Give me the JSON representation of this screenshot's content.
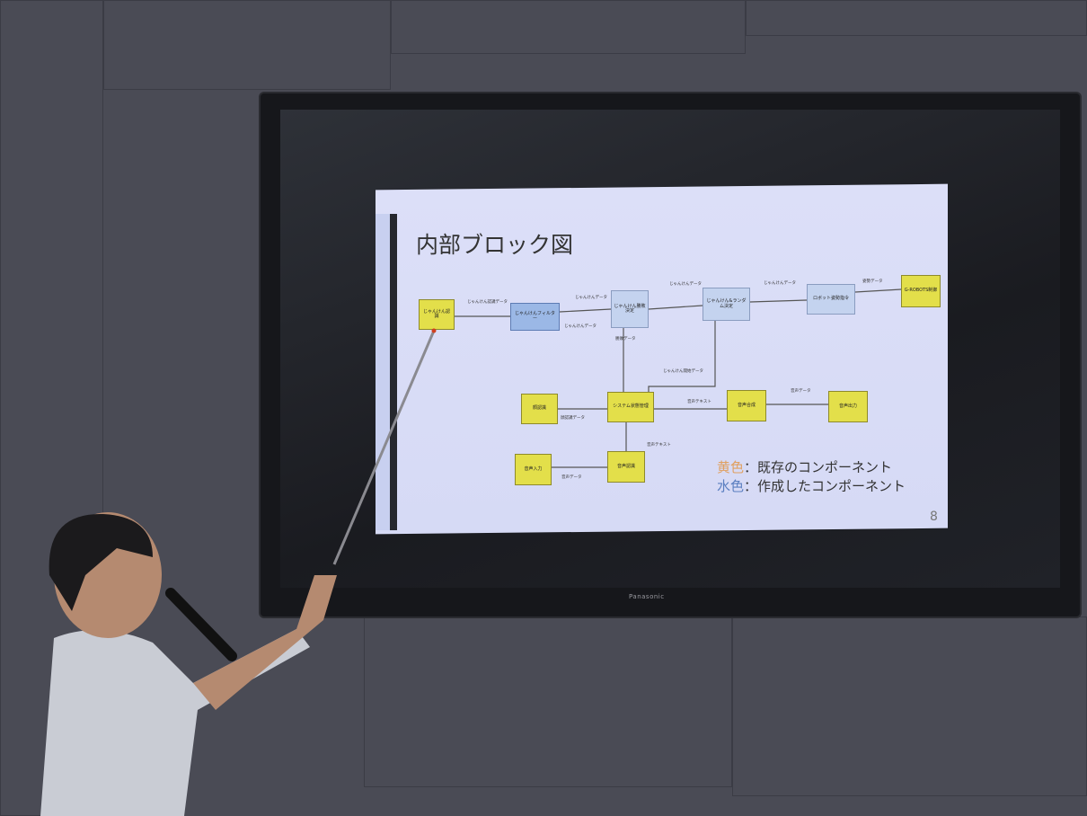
{
  "slide": {
    "title": "内部ブロック図",
    "page_number": "8",
    "blocks": [
      {
        "label": "じゃんけん認識",
        "type": "existing"
      },
      {
        "label": "じゃんけんフィルター",
        "type": "created"
      },
      {
        "label": "じゃんけん勝敗決定",
        "type": "created"
      },
      {
        "label": "じゃんけん&ランダム決定",
        "type": "created"
      },
      {
        "label": "ロボット姿勢指令",
        "type": "created"
      },
      {
        "label": "G-ROBOTS制御",
        "type": "existing"
      },
      {
        "label": "顔認識",
        "type": "existing"
      },
      {
        "label": "システム状態管理",
        "type": "existing"
      },
      {
        "label": "音声合成",
        "type": "existing"
      },
      {
        "label": "音声出力",
        "type": "existing"
      },
      {
        "label": "音声入力",
        "type": "existing"
      },
      {
        "label": "音声認識",
        "type": "existing"
      }
    ],
    "edge_labels": [
      "じゃんけん認識データ",
      "じゃんけんデータ",
      "じゃんけんデータ",
      "じゃんけんデータ",
      "じゃんけんデータ",
      "姿勢データ",
      "勝敗データ",
      "じゃんけん開始データ",
      "顔認識データ",
      "音声テキスト",
      "音声テキスト",
      "音声データ",
      "音声データ"
    ],
    "legend": {
      "existing_key": "黄色",
      "existing_text": "：既存のコンポーネント",
      "created_key": "水色",
      "created_text": "：作成したコンポーネント"
    },
    "colors": {
      "existing": "#e3df4a",
      "created": "#9bb8e6"
    }
  },
  "tv": {
    "brand": "Panasonic"
  }
}
